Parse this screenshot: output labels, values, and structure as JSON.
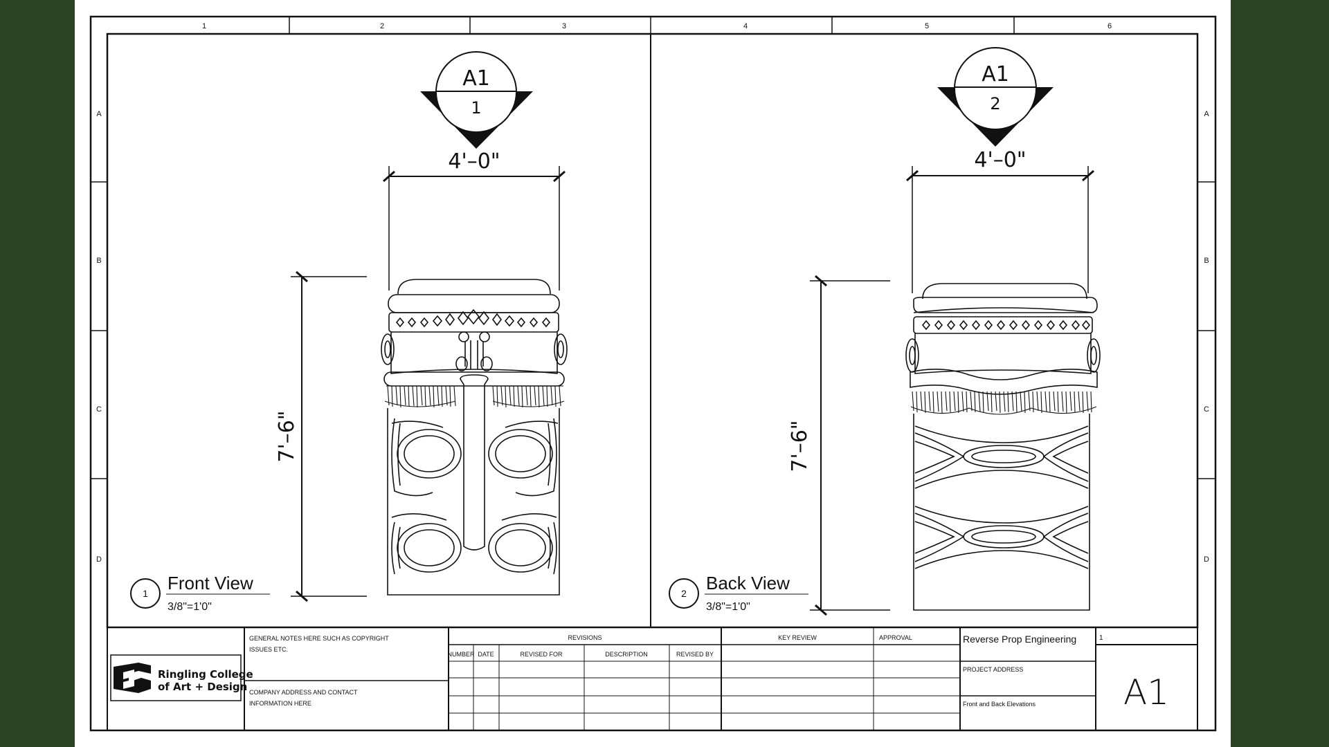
{
  "colors": {
    "background": "#2d4424",
    "paper": "#ffffff",
    "ink": "#111111"
  },
  "border": {
    "columns": [
      "1",
      "2",
      "3",
      "4",
      "5",
      "6"
    ],
    "rows": [
      "A",
      "B",
      "C",
      "D"
    ]
  },
  "views": [
    {
      "key": "front",
      "callout_sheet": "A1",
      "callout_number": "1",
      "width_dim": "4'–0\"",
      "height_dim": "7'–6\"",
      "label_number": "1",
      "title": "Front View",
      "scale": "3/8\"=1'0\""
    },
    {
      "key": "back",
      "callout_sheet": "A1",
      "callout_number": "2",
      "width_dim": "4'–0\"",
      "height_dim": "7'–6\"",
      "label_number": "2",
      "title": "Back View",
      "scale": "3/8\"=1'0\""
    }
  ],
  "title_block": {
    "logo_line1": "Ringling College",
    "logo_line2": "of Art + Design",
    "notes_line1": "GENERAL NOTES HERE SUCH AS COPYRIGHT",
    "notes_line2": "ISSUES ETC.",
    "address_line1": "COMPANY ADDRESS AND CONTACT",
    "address_line2": "INFORMATION HERE",
    "revisions_title": "REVISIONS",
    "revision_columns": [
      "NUMBER",
      "DATE",
      "REVISED FOR",
      "DESCRIPTION",
      "REVISED BY"
    ],
    "key_review": "KEY REVIEW",
    "approval": "APPROVAL",
    "project_name": "Reverse Prop Engineering",
    "project_address": "PROJECT ADDRESS",
    "sheet_description": "Front and Back Elevations",
    "sheet_index": "1",
    "sheet_number": "A1"
  }
}
